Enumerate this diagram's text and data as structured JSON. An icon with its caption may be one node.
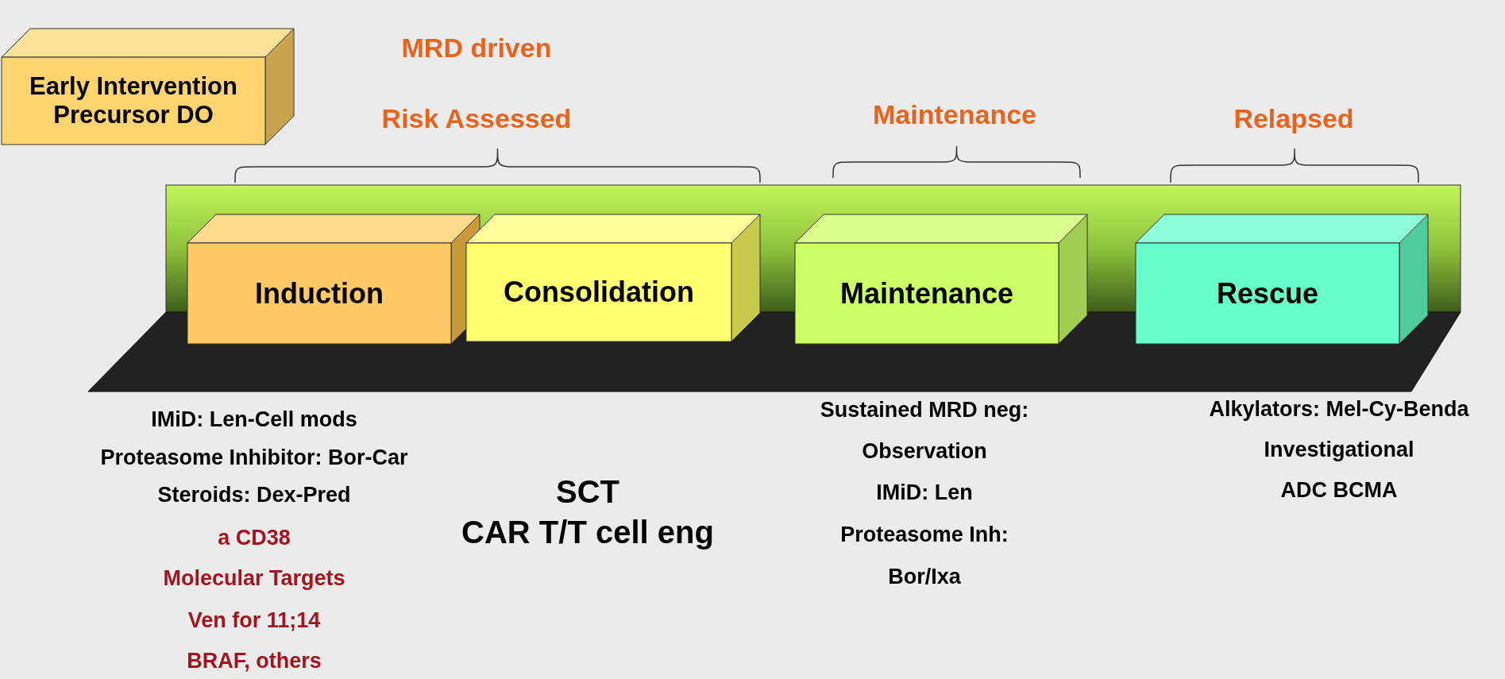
{
  "diagram": {
    "nodes": [
      {
        "text": [
          "Early Intervention Precursor DO"
        ]
      },
      {
        "text": [
          "Induction"
        ]
      },
      {
        "text": [
          "Consolidation"
        ]
      },
      {
        "text": [
          "Maintenance"
        ]
      },
      {
        "text": [
          "Rescue"
        ]
      }
    ],
    "labels": [
      "MRD driven",
      "Risk Assessed",
      "Maintenance",
      "Relapsed",
      "IMiD: Len-Cell mods",
      "Proteasome Inhibitor: Bor-Car",
      "Steroids: Dex-Pred",
      "a CD38",
      "Molecular Targets",
      "Ven for 11;14",
      "BRAF, others",
      "SCT",
      "CAR T/T cell eng",
      "Sustained MRD neg:",
      "Observation",
      "IMiD: Len",
      "Proteasome Inh:",
      "Bor/Ixa",
      "Alkylators: Mel-Cy-Benda",
      "Investigational",
      "ADC BCMA"
    ]
  }
}
